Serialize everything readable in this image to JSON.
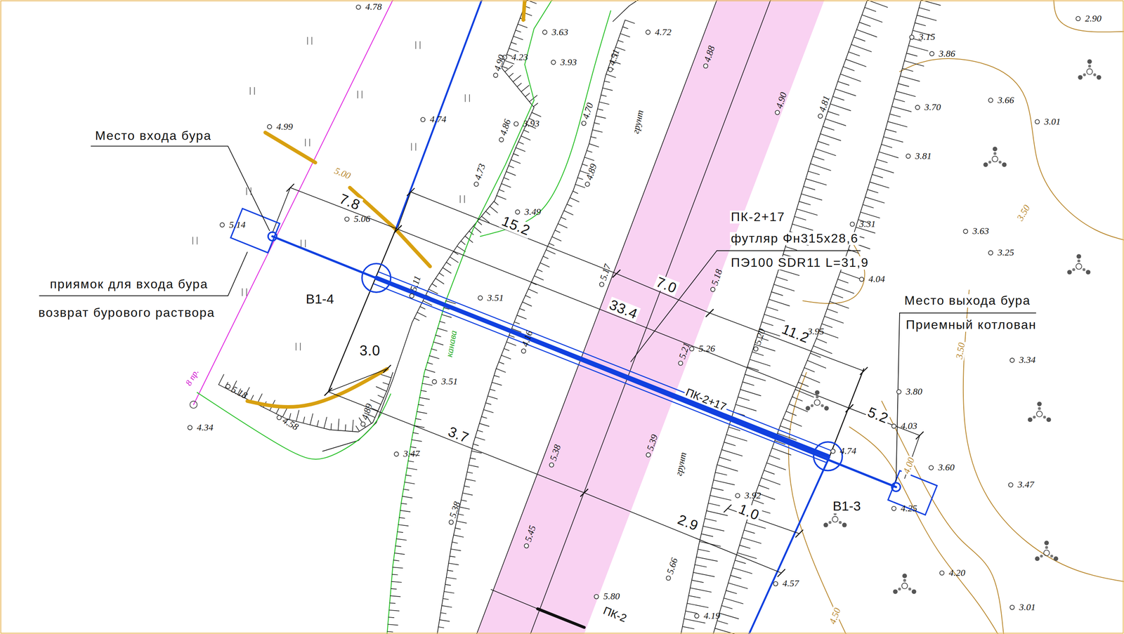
{
  "diagram": {
    "labels": [
      "4.78",
      "3.63",
      "4.72",
      "4.88",
      "3.15",
      "3.86",
      "2.90",
      "4.90",
      "4.23",
      "3.93",
      "4.51",
      "4.90",
      "4.81",
      "3.70",
      "3.66",
      "3.01",
      "4.74",
      "4.86",
      "3.93",
      "4.70",
      "грунт",
      "4.99",
      "3.81",
      "4.73",
      "4.89",
      "5.00",
      "3.50",
      "Место входа бура",
      "7.8",
      "5.06",
      "3.49",
      "15.2",
      "5.14",
      "ПК-2+17",
      "футляр Фн315х28,6",
      "ПЭ100 SDR11 L=31,9",
      "3.31",
      "3.63",
      "3.25",
      "приямок для входа бура",
      "возврат бурового раствора",
      "В1-4",
      "5.11",
      "3.51",
      "7.0",
      "5.17",
      "5.18",
      "33.4",
      "4.04",
      "Место выхода бура",
      "Приемный котлован",
      "канава",
      "4.16",
      "5.21",
      "5.26",
      "5.20",
      "11.2",
      "3.95",
      "3.0",
      "3.50",
      "3.34",
      "3.51",
      "ПК-2+17",
      "3.80",
      "5.2",
      "5.18",
      "4.58",
      "4.89",
      "4.03",
      "4.34",
      "8 пр.",
      "3.7",
      "3.47",
      "5.38",
      "5.39",
      "грунт",
      "4.74",
      "3.60",
      "3.47",
      "4.00",
      "3.92",
      "1.0",
      "В1-3",
      "4.25",
      "2.9",
      "5.38",
      "5.45",
      "4.20",
      "5.66",
      "4.57",
      "5.80",
      "4.19",
      "3.01",
      "4.50",
      "ПК-2"
    ]
  }
}
